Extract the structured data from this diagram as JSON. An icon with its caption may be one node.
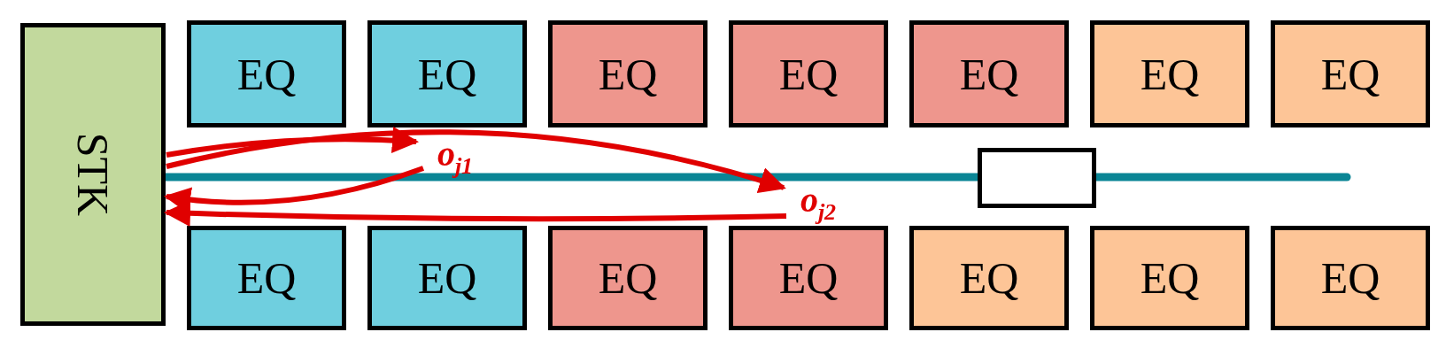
{
  "diagram": {
    "nodes": [
      {
        "text": [
          "STK"
        ]
      },
      {
        "text": [
          "EQ"
        ]
      },
      {
        "text": [
          "EQ"
        ]
      },
      {
        "text": [
          "EQ"
        ]
      },
      {
        "text": [
          "EQ"
        ]
      },
      {
        "text": [
          "EQ"
        ]
      },
      {
        "text": [
          "EQ"
        ]
      },
      {
        "text": [
          "EQ"
        ]
      },
      {
        "text": [
          "EQ"
        ]
      },
      {
        "text": [
          "EQ"
        ]
      },
      {
        "text": [
          "EQ"
        ]
      },
      {
        "text": [
          "EQ"
        ]
      },
      {
        "text": [
          "EQ"
        ]
      },
      {
        "text": [
          "EQ"
        ]
      },
      {
        "text": [
          "EQ"
        ]
      },
      {
        "text": [],
        "shape": "box"
      },
      {
        "text": [
          "o$_{j1}$"
        ]
      },
      {
        "text": [
          "o$_{j2}$"
        ]
      }
    ],
    "edges": [
      {
        "from": 0,
        "to": 16,
        "arrow": "to"
      },
      {
        "from": 0,
        "to": 17,
        "arrow": "to"
      },
      {
        "from": 16,
        "to": 0,
        "arrow": "to"
      },
      {
        "from": 17,
        "to": 0,
        "arrow": "to"
      }
    ]
  }
}
